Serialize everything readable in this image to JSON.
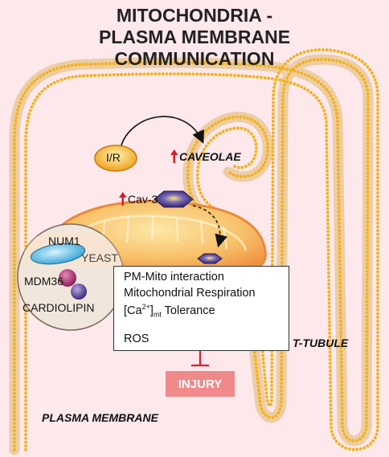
{
  "title": {
    "line1": "MITOCHONDRIA -",
    "line2": "PLASMA MEMBRANE",
    "line3": "COMMUNICATION"
  },
  "labels": {
    "ir": "I/R",
    "caveolae": "CAVEOLAE",
    "cav3": "Cav-3",
    "num1": "NUM1",
    "yeast": "YEAST",
    "mdm36": "MDM36",
    "cardiolipin": "CARDIOLIPIN",
    "t_tubule": "T-TUBULE",
    "plasma_membrane": "PLASMA MEMBRANE",
    "injury": "INJURY"
  },
  "effects": {
    "up": [
      "PM-Mito interaction",
      "Mitochondrial Respiration",
      "Tolerance"
    ],
    "ca_base": "[Ca",
    "ca_sup": "2+",
    "ca_close": "]",
    "ca_sub": "mt",
    "down": [
      "ROS"
    ]
  },
  "colors": {
    "background": "#fde8ec",
    "membrane_head": "#f2b21c",
    "arrow_red": "#d3202a",
    "injury_box": "#f08a8a",
    "mito_orange": "#f6a84a",
    "cav_purple": "#4b3d86"
  }
}
